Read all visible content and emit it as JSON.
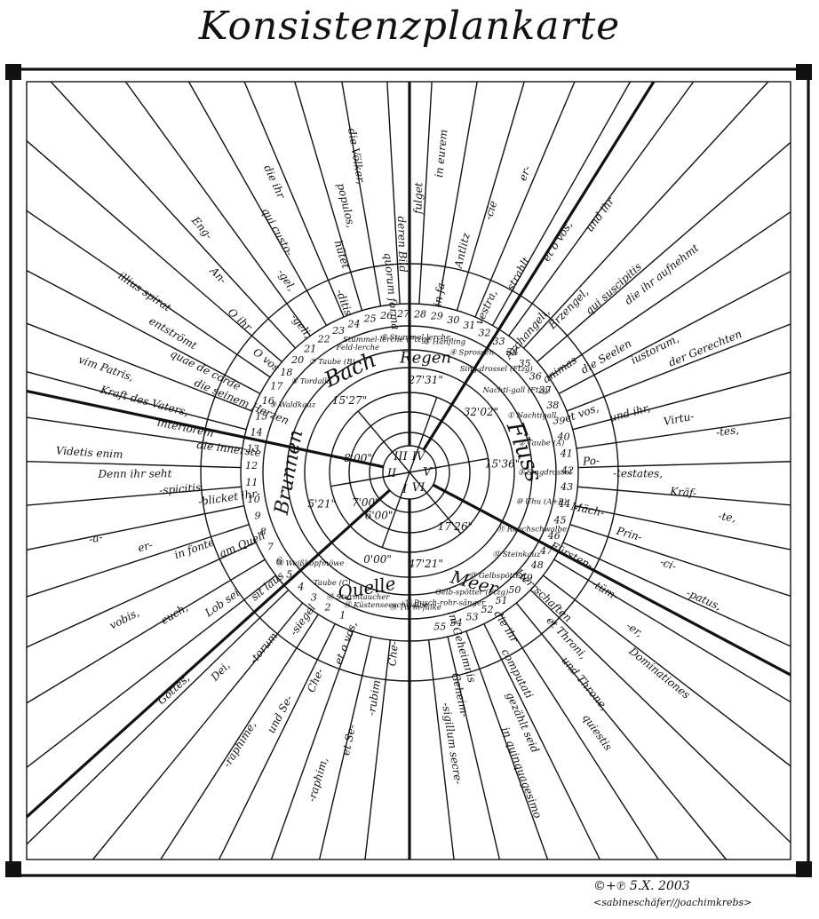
{
  "title": "Konsistenzplankarte",
  "footer": {
    "copyright": "©+℗ 5.X. 2003",
    "authors": "<sabineschäfer//joachimkrebs>"
  },
  "center": {
    "movements": [
      "I",
      "II",
      "III",
      "IV",
      "V",
      "VI"
    ],
    "times": [
      "15'27\"",
      "27'31\"",
      "32'02\"",
      "15'36\"",
      "47'21\"",
      "17'26\"",
      "0'00\"",
      "5'21\"",
      "8'00\"",
      "6'00\"",
      "7'00\""
    ]
  },
  "sections": {
    "bach": "Bach",
    "regen": "Regen",
    "fluss": "Fluss",
    "meer": "Meer",
    "quelle": "Quelle",
    "brunnen": "Brunnen"
  },
  "birds": [
    "⑨ Waldkauz",
    "⑧ Tordalk",
    "⑦ Taube (B)",
    "Feld-lerche",
    "Stummel-lerche (Ftzg)",
    "⑥ Stummel-lerche",
    "⑤ Hänfling",
    "④ Sprossen",
    "Sing-drossel (Ftzg)",
    "Nachti-gall (Ftzg)",
    "① Nachtigall",
    "② Taube (A)",
    "③ Singdrossel",
    "⑩ Uhu (A+B)",
    "⑪ Rauchschwalbe",
    "⑫ Steinkauz",
    "⑬ Gelbspötter",
    "Gelb-spötter (Ftzg)",
    "⑭ Busch-rohr-sänger",
    "⑮ Turm-falke",
    "⑯ Küstenseeschwalbe",
    "⑰ Sturmtaucher",
    "Taube (C)",
    "⑱ Weißkopfmöwe"
  ],
  "ring_numbers": [
    "1",
    "2",
    "3",
    "4",
    "5",
    "6",
    "7",
    "8",
    "9",
    "10",
    "11",
    "12",
    "13",
    "14",
    "15",
    "16",
    "17",
    "18",
    "20",
    "21",
    "22",
    "23",
    "24",
    "25",
    "26",
    "27",
    "28",
    "29",
    "30",
    "31",
    "32",
    "33",
    "34",
    "35",
    "36",
    "37",
    "38",
    "39",
    "40",
    "41",
    "42",
    "43",
    "44",
    "45",
    "46",
    "47",
    "48",
    "49",
    "50",
    "51",
    "52",
    "53",
    "54",
    "55"
  ],
  "outer_texts": [
    "Che-",
    "-rubim",
    "et Se-",
    "-raphim,",
    "et o vos,",
    "Che-",
    "und Se-",
    "-raphime,",
    "-siegel",
    "-torum",
    "Dei,",
    "Gottes,",
    "sit laus",
    "Lob sei",
    "euch,",
    "vobis,",
    "am Quell",
    "in fonte",
    "er-",
    "-a-",
    "-blicket ihr-",
    "-spicitis.",
    "Denn ihr seht",
    "Videtis enim",
    "die innerste",
    "interiorem",
    "Kraft des Vaters,",
    "vim Patris,",
    "die seinem Herzen",
    "quae de corde",
    "entströmt",
    "illius spirat",
    "O vos",
    "O ihr",
    "An-",
    "Eng-",
    "-geli,",
    "-gel,",
    "qui custo-",
    "die ihr",
    "-ditis",
    "hütet",
    "populos,",
    "die Völker,",
    "quorum forma",
    "deren Bild",
    "fulget",
    "in eurem",
    "in fa-",
    "Antlitz",
    "-cie",
    "er-",
    "vestra,",
    "strahlt.",
    "et o vos,",
    "und ihr",
    "Archangeli,",
    "Erzengel,",
    "qui suscipitis",
    "die ihr aufnehmt",
    "animas",
    "die Seelen",
    "iustorum,",
    "der Gerechten",
    "et vos,",
    "und ihr,",
    "Virtu-",
    "-tes,",
    "Po-",
    "-testates,",
    "Kräf-",
    "-te,",
    "Mäch-",
    "Prin-",
    "-ci-",
    "-patus,",
    "Fürsten-",
    "-tüm-",
    "-er,",
    "Dominationes",
    "Herrschaften",
    "et Throni,",
    "und Throne,",
    "quiestis",
    "die ihr",
    "computati",
    "gezählt seid",
    "in quinquagesimo",
    "im Geheimnis",
    "Geheim-",
    "-sigillum secre-"
  ]
}
